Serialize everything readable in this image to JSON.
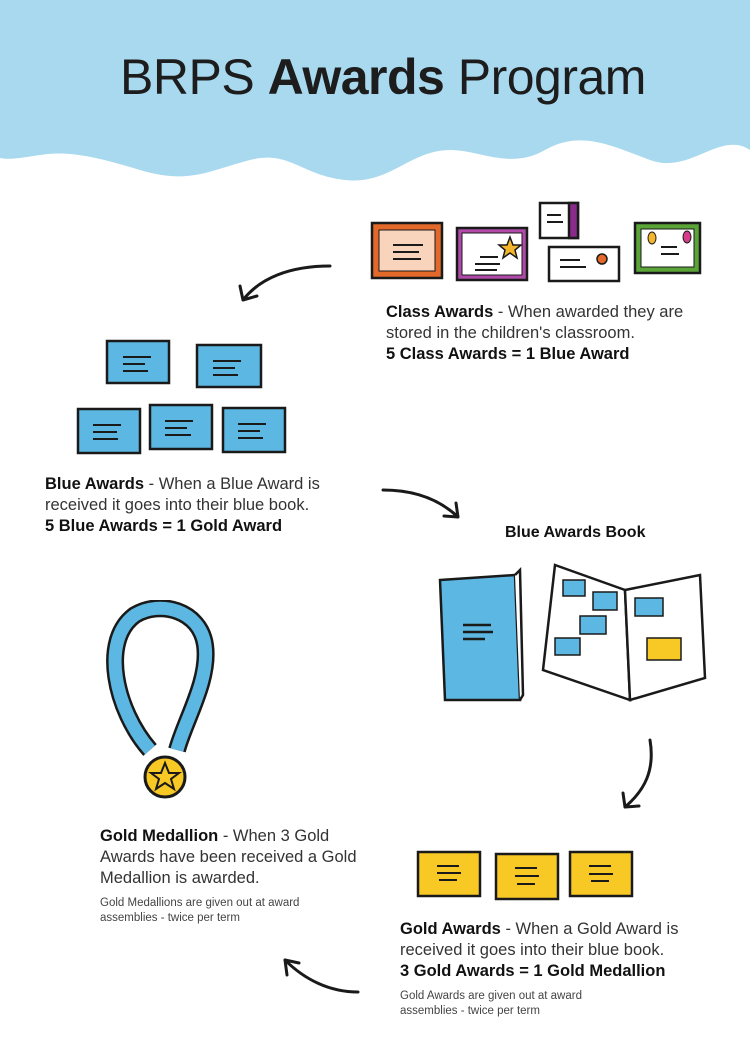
{
  "title": {
    "part1": "BRPS",
    "part2": "Awards",
    "part3": "Program"
  },
  "colors": {
    "header_bg": "#a8d9ef",
    "blue_award": "#5cb8e2",
    "gold_award": "#f8c824",
    "ink": "#1a1a1a"
  },
  "class_awards": {
    "heading": "Class Awards",
    "desc": " - When awarded they are stored in the children's classroom.",
    "rule": "5 Class Awards = 1 Blue Award"
  },
  "blue_awards": {
    "heading": "Blue Awards",
    "desc": " - When a Blue Award is received it goes into their blue book.",
    "rule": "5 Blue Awards = 1 Gold Award"
  },
  "blue_book": {
    "label": "Blue Awards Book"
  },
  "gold_medallion": {
    "heading": "Gold Medallion",
    "desc": " - When 3 Gold Awards have been received a Gold Medallion is awarded.",
    "note": "Gold Medallions are given out at award assemblies - twice per term"
  },
  "gold_awards": {
    "heading": "Gold Awards",
    "desc": " - When a Gold Award is received it goes into their blue book.",
    "rule": "3 Gold Awards = 1 Gold Medallion",
    "note": "Gold Awards are given out at award assemblies - twice per term"
  }
}
